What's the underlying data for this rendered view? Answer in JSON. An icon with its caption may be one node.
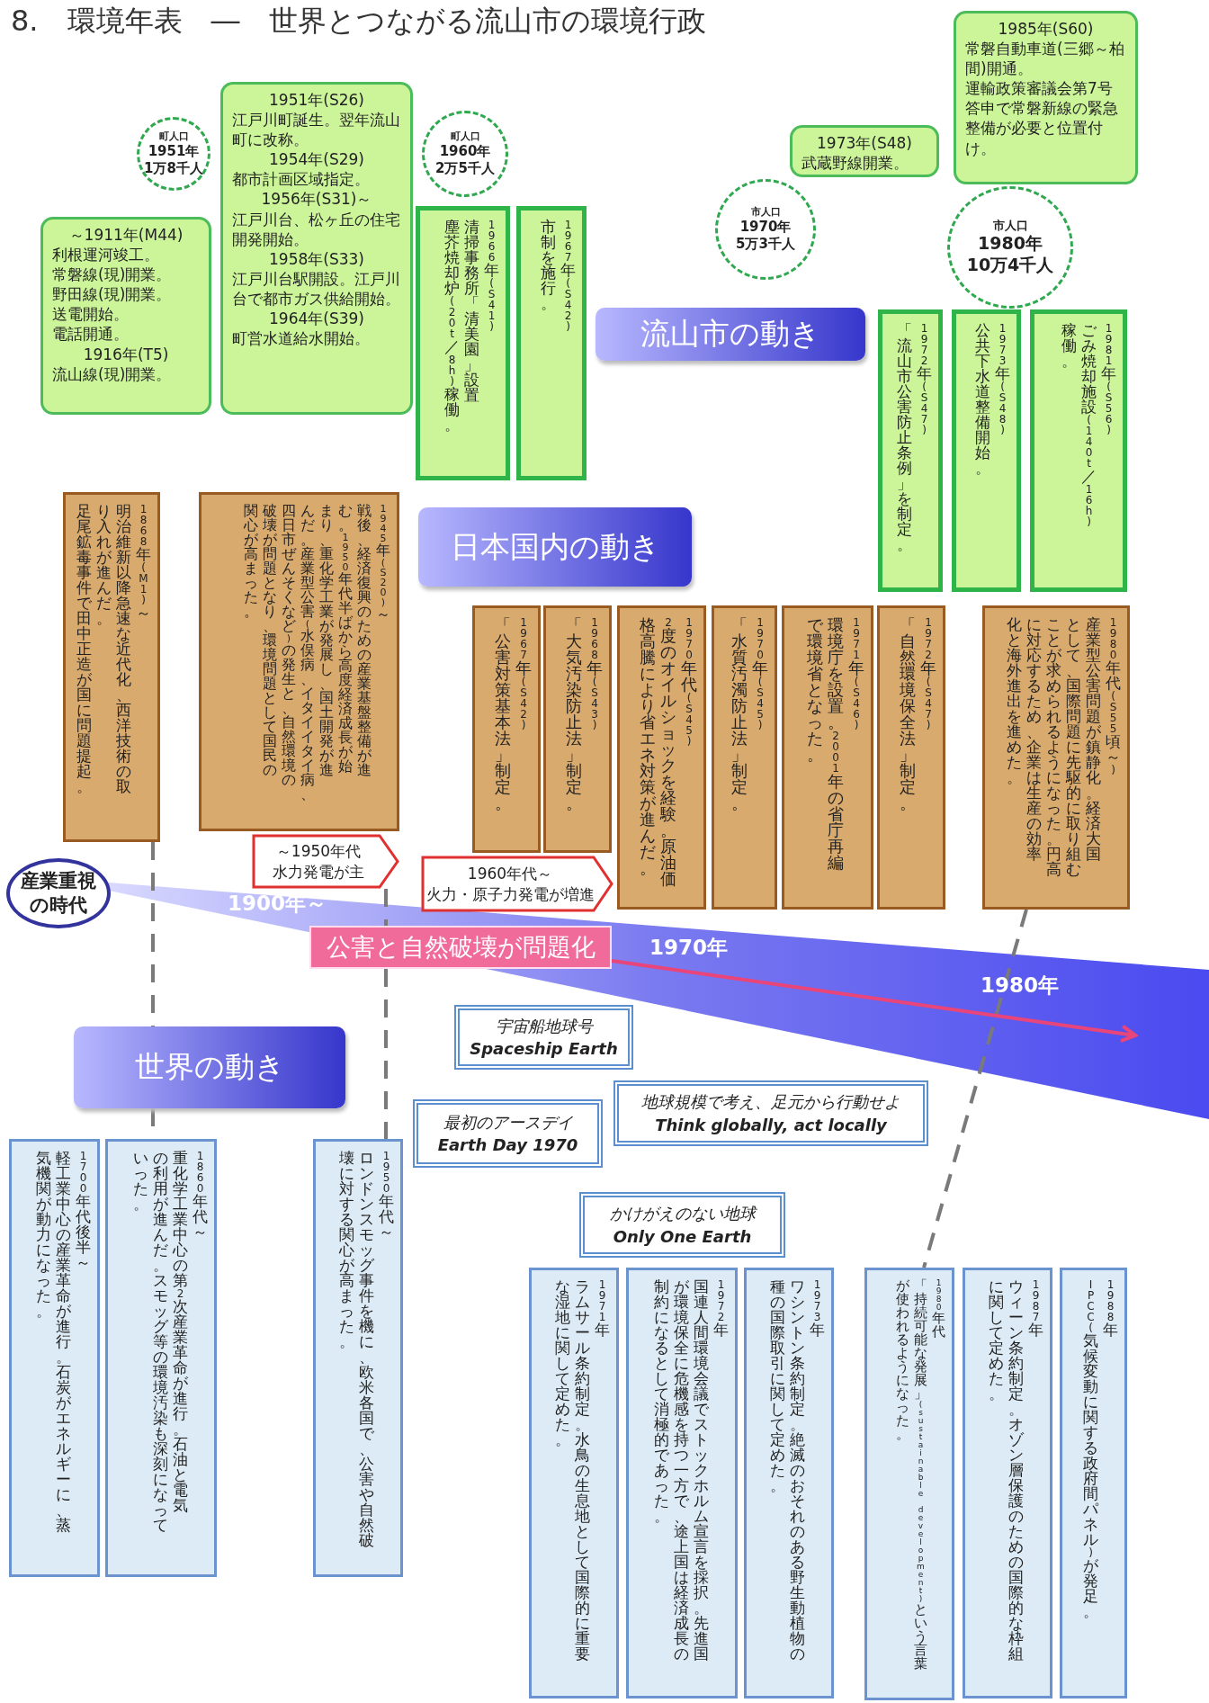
{
  "diagram": {
    "title": "8.　環境年表　―　世界とつながる流山市の環境行政",
    "nodes": [
      {
        "text": [
          "～1911年(M44)",
          "利根運河竣工。",
          "常磐線(現)開業。",
          "野田線(現)開業。",
          "送電開始。",
          "電話開通。",
          "1916年(T5)",
          "流山線(現)開業。"
        ]
      },
      {
        "text": [
          "町人口",
          "1951年",
          "1万8千人"
        ]
      },
      {
        "text": [
          "1951年(S26)",
          "江戸川町誕生。翌年流山町に改称。",
          "1954年(S29)",
          "都市計画区域指定。",
          "1956年(S31)～",
          "江戸川台、松ヶ丘の住宅開発開始。",
          "1958年(S33)",
          "江戸川台駅開設。江戸川台で都市ガス供給開始。",
          "1964年(S39)",
          "町営水道給水開始。"
        ]
      },
      {
        "text": [
          "町人口",
          "1960年",
          "2万5千人"
        ]
      },
      {
        "text": [
          "塵芥焼却炉(20t／8h)稼働。",
          "清掃事務所「清美園」設置",
          "1966年(S41)"
        ]
      },
      {
        "text": [
          "市制を施行。",
          "1967年(S42)"
        ]
      },
      {
        "text": [
          "市人口",
          "1970年",
          "5万3千人"
        ]
      },
      {
        "text": [
          "1973年(S48)",
          "武蔵野線開業。"
        ]
      },
      {
        "text": [
          "1985年(S60)",
          "常磐自動車道(三郷～柏間)開通。",
          "運輸政策審議会第7号答申で常磐新線の緊急整備が必要と位置付け。"
        ]
      },
      {
        "text": [
          "市人口",
          "1980年",
          "10万4千人"
        ]
      },
      {
        "text": [
          "流山市の動き"
        ]
      },
      {
        "text": [
          "「流山市公害防止条例」を制定。",
          "1972年(S47)"
        ]
      },
      {
        "text": [
          "公共下水道整備開始。",
          "1973年(S48)"
        ]
      },
      {
        "text": [
          "稼働。",
          "ごみ焼却施設(140t／16h)",
          "1981年(S56)"
        ]
      },
      {
        "text": [
          "足尾鉱毒事件で田中正造が国に問題提起。",
          "り入れが進んだ。",
          "明治維新以降急速な近代化、西洋技術の取",
          "1868年(M1)～"
        ]
      },
      {
        "text": [
          "関心が高まった。",
          "破壊が問題となり、環境問題として国民の",
          "四日市ぜんそくなど)の発生と、自然環境の",
          "んだ。産業型公害(水俣病、イタイイタイ病、",
          "まり、重化学工業が発展し、国土開発が進",
          "む。1950年代半ばから高度経済成長が始",
          "戦後、経済復興のための産業基盤整備が進",
          "1945年(S20)～"
        ]
      },
      {
        "text": [
          "日本国内の動き"
        ]
      },
      {
        "text": [
          "「公害対策基本法」制定。",
          "1967年(S42)"
        ]
      },
      {
        "text": [
          "「大気汚染防止法」制定。",
          "1968年(S43)"
        ]
      },
      {
        "text": [
          "格高騰により省エネ対策が進んだ。",
          "2度のオイルショックを経験。原油価",
          "1970年代(S45)"
        ]
      },
      {
        "text": [
          "「水質汚濁防止法」制定。",
          "1970年(S45)"
        ]
      },
      {
        "text": [
          "で環境省となった。",
          "環境庁を設置。2001年の省庁再編",
          "1971年(S46)"
        ]
      },
      {
        "text": [
          "「自然環境保全法」制定。",
          "1972年(S47)"
        ]
      },
      {
        "text": [
          "化と海外進出を進めた。",
          "に対応するため、企業は生産の効率",
          "ことが求められるようになった。円高",
          "として、国際問題に先駆的に取り組む",
          "産業型公害問題が鎮静化。経済大国",
          "1980年代(S55頃～)"
        ]
      },
      {
        "text": [
          "～1950年代",
          "水力発電が主"
        ]
      },
      {
        "text": [
          "1960年代～",
          "火力・原子力発電が増進"
        ]
      },
      {
        "text": [
          "産業重視の時代"
        ]
      },
      {
        "text": [
          "公害と自然破壊が問題化"
        ]
      },
      {
        "text": [
          "世界の動き"
        ]
      },
      {
        "text": [
          "宇宙船地球号",
          "Spaceship Earth"
        ]
      },
      {
        "text": [
          "最初のアースデイ",
          "Earth Day 1970"
        ]
      },
      {
        "text": [
          "地球規模で考え、足元から行動せよ",
          "Think globally, act locally"
        ]
      },
      {
        "text": [
          "かけがえのない地球",
          "Only One Earth"
        ]
      },
      {
        "text": [
          "気機関が動力になった。",
          "軽工業中心の産業革命が進行。石炭がエネルギーに、蒸",
          "1700年代後半～"
        ]
      },
      {
        "text": [
          "いった。",
          "の利用が進んだ。スモッグ等の環境汚染も深刻になって",
          "重化学工業中心の第2次産業革命が進行。石油と電気",
          "1860年代～"
        ]
      },
      {
        "text": [
          "壊に対する関心が高まった。",
          "ロンドンスモッグ事件を機に、欧米各国で、公害や自然破",
          "1950年代～"
        ]
      },
      {
        "text": [
          "な湿地に関して定めた。",
          "ラムサール条約制定。水鳥の生息地として国際的に重要",
          "1971年"
        ]
      },
      {
        "text": [
          "制約になるとして消極的であった。",
          "が環境保全に危機感を持つ一方で、途上国は経済成長の",
          "国連人間環境会議でストックホルム宣言を採択。先進国",
          "1972年"
        ]
      },
      {
        "text": [
          "種の国際取引に関して定めた。",
          "ワシントン条約制定。絶滅のおそれのある野生動植物の",
          "1973年"
        ]
      },
      {
        "text": [
          "が使われるようになった。",
          "「持続可能な発展」(sustainable development)という言葉",
          "1980年代"
        ]
      },
      {
        "text": [
          "に関して定めた。",
          "ウィーン条約制定。オゾン層保護のための国際的な枠組",
          "1987年"
        ]
      },
      {
        "text": [
          "IPCC(気候変動に関する政府間パネル)が発足。",
          "1988年"
        ]
      }
    ],
    "edges": [
      {
        "from": 14,
        "to": 28,
        "arrow": "none",
        "style": "dashed"
      },
      {
        "from": 28,
        "to": 34,
        "arrow": "none",
        "style": "dashed"
      },
      {
        "from": 24,
        "to": 27,
        "arrow": "none",
        "style": "dashed"
      },
      {
        "from": 27,
        "to": 35,
        "arrow": "none",
        "style": "dashed"
      },
      {
        "from": 23,
        "to": 39,
        "arrow": "none",
        "style": "dashed"
      },
      {
        "from": 27,
        "to": null,
        "arrow": "to",
        "color": "#e8457a"
      }
    ],
    "labels": [
      "1900年～",
      "1970年",
      "1980年"
    ]
  }
}
